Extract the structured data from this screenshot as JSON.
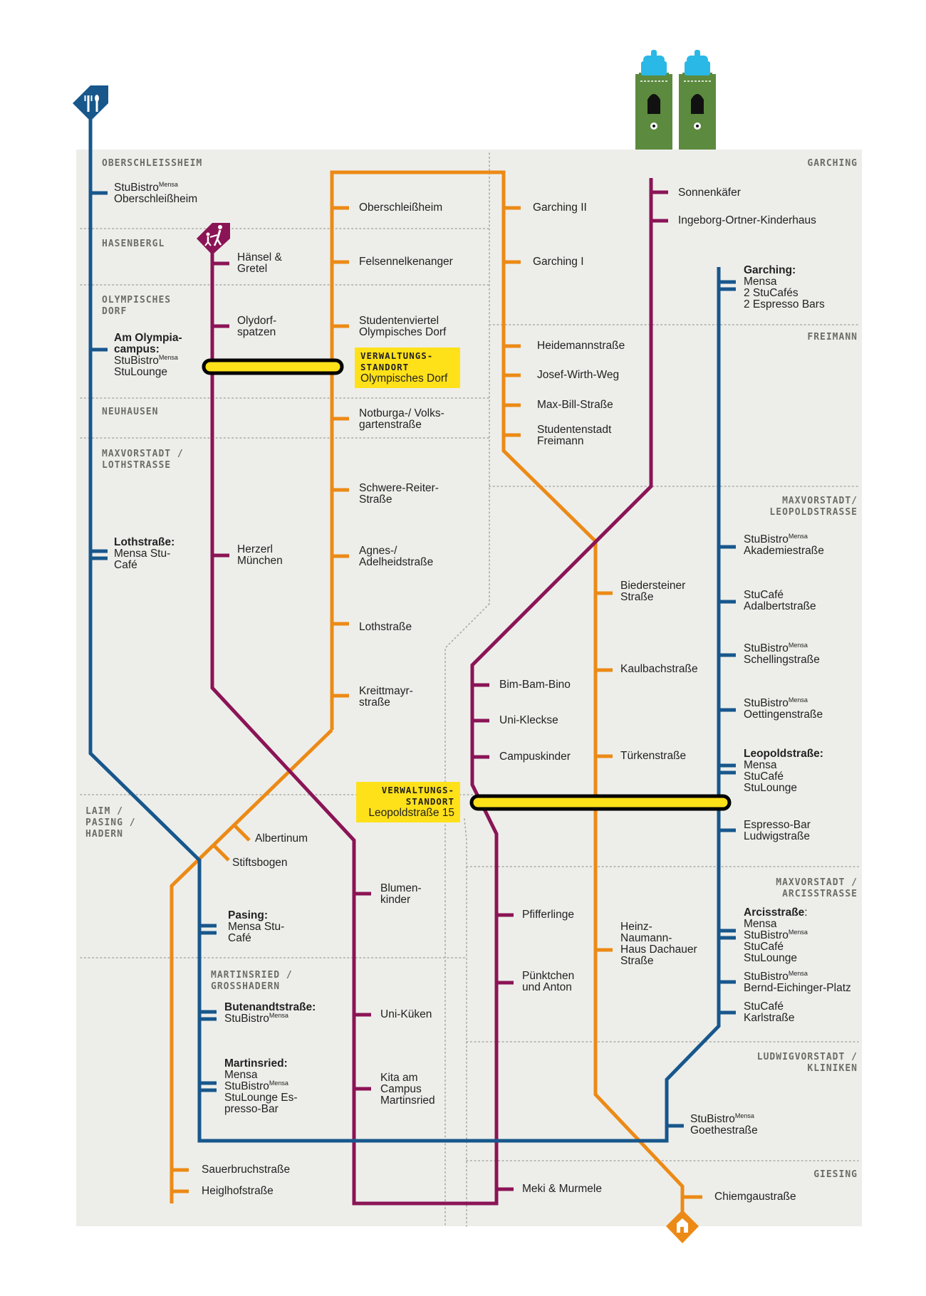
{
  "colors": {
    "background": "#edeeea",
    "blue_line": "#17578c",
    "orange_line": "#ec8a16",
    "purple_line": "#8b1456",
    "admin_highlight": "#ffe11a",
    "tower_green": "#5c8a3e",
    "tower_dome": "#2ab8e6",
    "district_text": "#6d6d66"
  },
  "icons": {
    "dining": "fork-knife-icon",
    "childcare": "parent-child-icon",
    "housing": "house-icon",
    "landmark": "frauenkirche-towers-icon"
  },
  "districts": [
    {
      "id": "oberschleissheim",
      "label": "OBERSCHLEISSHEIM"
    },
    {
      "id": "hasenbergl",
      "label": "HASENBERGL"
    },
    {
      "id": "olympisches_dorf",
      "label": "OLYMPISCHES\nDORF"
    },
    {
      "id": "neuhausen",
      "label": "NEUHAUSEN"
    },
    {
      "id": "maxvorstadt_loth",
      "label": "MAXVORSTADT /\nLOTHSTRASSE"
    },
    {
      "id": "laim",
      "label": "LAIM /\nPASING /\nHADERN"
    },
    {
      "id": "martinsried",
      "label": "MARTINSRIED /\nGROSSHADERN"
    },
    {
      "id": "garching",
      "label": "GARCHING"
    },
    {
      "id": "freimann",
      "label": "FREIMANN"
    },
    {
      "id": "maxvorstadt_leo",
      "label": "MAXVORSTADT/\nLEOPOLDSTRASSE"
    },
    {
      "id": "maxvorstadt_arcis",
      "label": "MAXVORSTADT /\nARCISSTRASSE"
    },
    {
      "id": "ludwigsvorstadt",
      "label": "LUDWIGVORSTADT /\nKLINIKEN"
    },
    {
      "id": "giesing",
      "label": "GIESING"
    }
  ],
  "admin_offices": {
    "olympic": {
      "heading": "VERWALTUNGS-\nSTANDORT",
      "place": "Olympisches Dorf"
    },
    "leopold": {
      "heading": "VERWALTUNGS-\nSTANDORT",
      "place": "Leopoldstraße 15"
    }
  },
  "stops": {
    "blue": {
      "s1": {
        "name": "StuBistro",
        "sup": "Mensa",
        "line2": "Oberschleißheim"
      },
      "s2": {
        "title": "Am Olympia-\ncampus:",
        "name": "StuBistro",
        "sup": "Mensa",
        "line2": "StuLounge"
      },
      "s3": {
        "title": "Lothstraße:",
        "text": "Mensa Stu-\nCafé"
      },
      "s4": {
        "title": "Pasing:",
        "text": "Mensa Stu-\nCafé"
      },
      "s5": {
        "title": "Butenandtstraße:",
        "name": "StuBistro",
        "sup": "Mensa"
      },
      "s6": {
        "title": "Martinsried:",
        "pre": "Mensa",
        "name": "StuBistro",
        "sup": "Mensa",
        "line2": "StuLounge Es-\npresso-Bar"
      },
      "s7": {
        "title": "Garching:",
        "text": "Mensa\n2 StuCafés\n2 Espresso Bars"
      },
      "s8": {
        "name": "StuBistro",
        "sup": "Mensa",
        "line2": "Akademiestraße"
      },
      "s9": {
        "text": "StuCafé\nAdalbertstraße"
      },
      "s10": {
        "name": "StuBistro",
        "sup": "Mensa",
        "line2": "Schellingstraße"
      },
      "s11": {
        "name": "StuBistro",
        "sup": "Mensa",
        "line2": "Oettingenstraße"
      },
      "s12": {
        "title": "Leopoldstraße:",
        "text": "Mensa\nStuCafé\nStuLounge"
      },
      "s13": {
        "text": "Espresso-Bar\nLudwigstraße"
      },
      "s14": {
        "title": "Arcisstraße",
        "title_suffix": ":",
        "pre": "Mensa",
        "name": "StuBistro",
        "sup": "Mensa",
        "line2": "StuCafé\nStuLounge"
      },
      "s15": {
        "name": "StuBistro",
        "sup": "Mensa",
        "line2": "Bernd-Eichinger-Platz"
      },
      "s16": {
        "text": "StuCafé\nKarlstraße"
      },
      "s17": {
        "name": "StuBistro",
        "sup": "Mensa",
        "line2": "Goethestraße"
      }
    },
    "orange": {
      "o1": "Oberschleißheim",
      "o2": "Felsennelkenanger",
      "o3": "Studentenviertel\nOlympisches Dorf",
      "o4": "Notburga-/ Volks-\ngartenstraße",
      "o5": "Schwere-Reiter-\nStraße",
      "o6": "Agnes-/\nAdelheidstraße",
      "o7": "Lothstraße",
      "o8": "Kreittmayr-\nstraße",
      "o9": "Albertinum",
      "o10": "Stiftsbogen",
      "o11": "Sauerbruchstraße",
      "o12": "Heiglhofstraße",
      "o13": "Garching II",
      "o14": "Garching I",
      "o15": "Heidemannstraße",
      "o16": "Josef-Wirth-Weg",
      "o17": "Max-Bill-Straße",
      "o18": "Studentenstadt\nFreimann",
      "o19": "Biedersteiner\nStraße",
      "o20": "Kaulbachstraße",
      "o21": "Türkenstraße",
      "o22": "Heinz-\nNaumann-\nHaus Dachauer\nStraße",
      "o23": "Chiemgaustraße"
    },
    "purple": {
      "p1": "Hänsel &\nGretel",
      "p2": "Olydorf-\nspatzen",
      "p3": "Herzerl\nMünchen",
      "p4": "Blumen-\nkinder",
      "p5": "Uni-Küken",
      "p6": "Kita am\nCampus\nMartinsried",
      "p7": "Sonnenkäfer",
      "p8": "Ingeborg-Ortner-Kinderhaus",
      "p9": "Bim-Bam-Bino",
      "p10": "Uni-Kleckse",
      "p11": "Campuskinder",
      "p12": "Pfifferlinge",
      "p13": "Pünktchen\nund Anton",
      "p14": "Meki & Murmele"
    }
  }
}
